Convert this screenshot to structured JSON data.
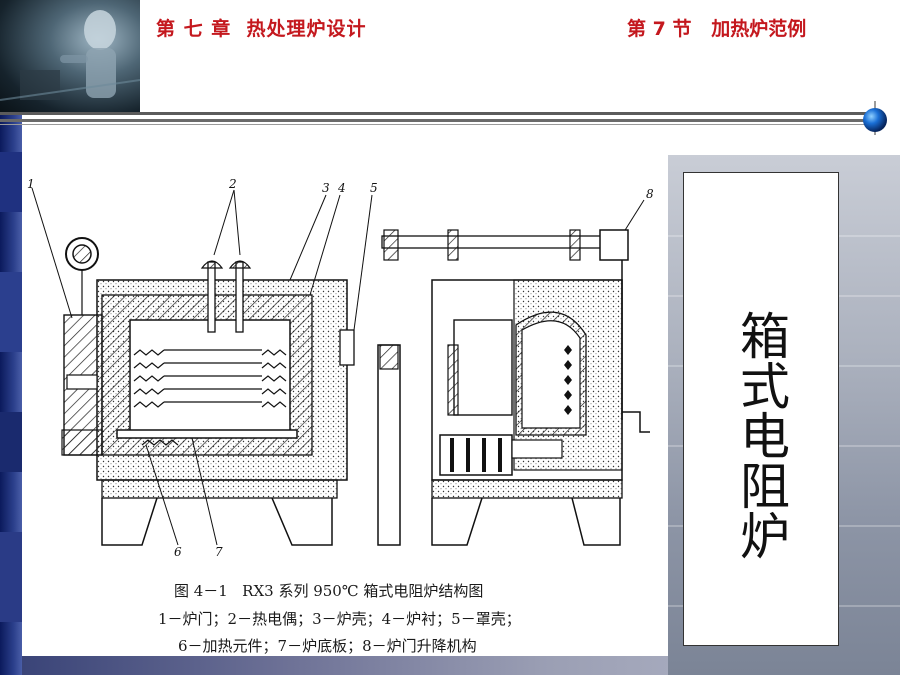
{
  "header": {
    "chapter_title": "第 七 章  热处理炉设计",
    "section_title": "第 7 节   加热炉范例"
  },
  "side_title": "箱式电阻炉",
  "figure": {
    "caption": "图 4－1   RX3 系列 950℃ 箱式电阻炉结构图",
    "legend_line1": "1－炉门；2－热电偶；3－炉壳；4－炉衬；5－罩壳；",
    "legend_line2": "6－加热元件；7－炉底板；8－炉门升降机构",
    "part_numbers": [
      "1",
      "2",
      "3",
      "4",
      "5",
      "6",
      "7",
      "8"
    ]
  },
  "colors": {
    "header_text": "#c4181e",
    "side_bar": "#1a2a6e"
  }
}
